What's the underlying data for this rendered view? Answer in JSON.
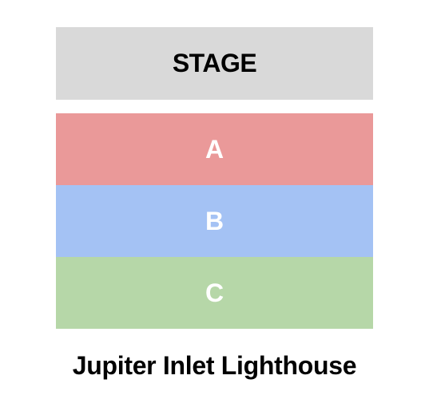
{
  "stage": {
    "label": "STAGE",
    "color": "#d9d9d9",
    "text_color": "#000000"
  },
  "sections": [
    {
      "label": "A",
      "color": "#ea9999"
    },
    {
      "label": "B",
      "color": "#a4c2f4"
    },
    {
      "label": "C",
      "color": "#b6d7a8"
    }
  ],
  "venue": {
    "name": "Jupiter Inlet Lighthouse"
  }
}
